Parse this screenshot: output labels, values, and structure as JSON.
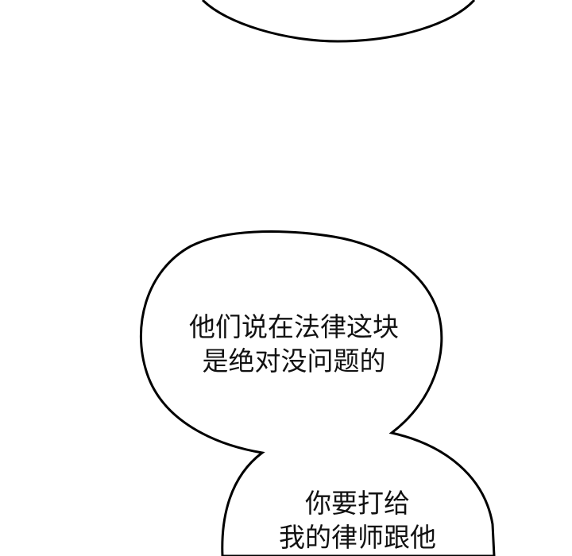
{
  "panel": {
    "background": "#ffffff",
    "stroke_color": "#000000"
  },
  "bubbles": [
    {
      "id": "top-bubble",
      "lines": []
    },
    {
      "id": "middle-bubble",
      "lines": [
        "他们说在法律这块",
        "是绝对没问题的"
      ]
    },
    {
      "id": "bottom-bubble",
      "lines": [
        "你要打给",
        "我的律师跟他"
      ]
    }
  ]
}
